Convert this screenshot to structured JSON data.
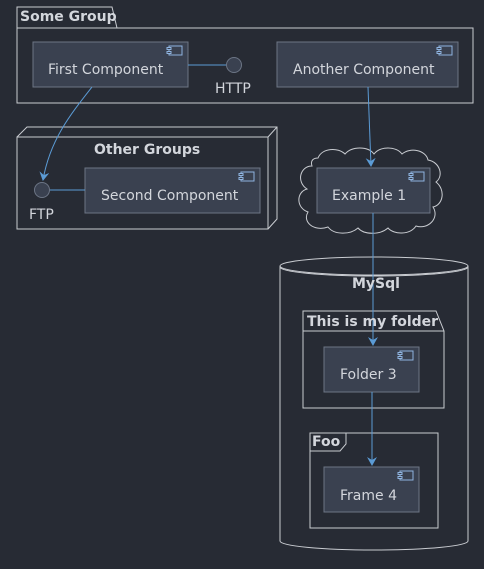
{
  "groups": {
    "some_group": "Some Group",
    "other_groups": "Other Groups",
    "mysql": "MySql",
    "folder": "This is my folder",
    "foo": "Foo"
  },
  "components": {
    "first": "First Component",
    "another": "Another Component",
    "second": "Second Component",
    "example1": "Example 1",
    "folder3": "Folder 3",
    "frame4": "Frame 4"
  },
  "interfaces": {
    "http": "HTTP",
    "ftp": "FTP"
  },
  "colors": {
    "background": "#272b34",
    "component_fill": "#3a4150",
    "border": "#c9ccd1",
    "arrow": "#5b9bd5",
    "text": "#d3d6dc"
  }
}
